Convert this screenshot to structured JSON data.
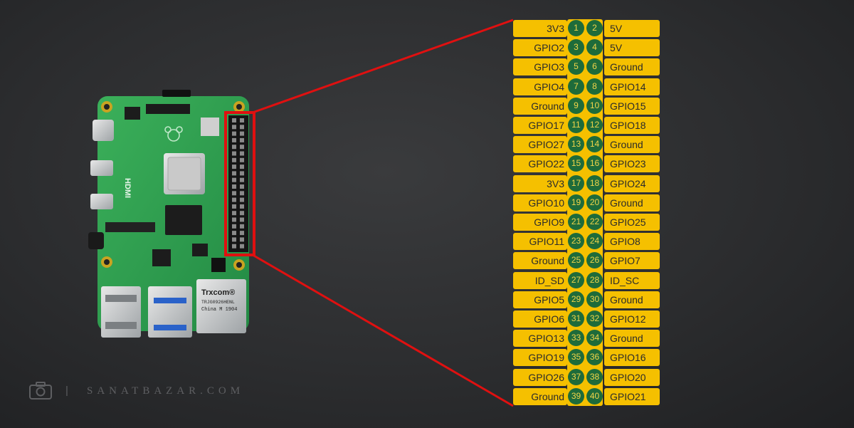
{
  "pinout": {
    "rows": [
      {
        "left_label": "3V3",
        "left_pin": "1",
        "right_pin": "2",
        "right_label": "5V"
      },
      {
        "left_label": "GPIO2",
        "left_pin": "3",
        "right_pin": "4",
        "right_label": "5V"
      },
      {
        "left_label": "GPIO3",
        "left_pin": "5",
        "right_pin": "6",
        "right_label": "Ground"
      },
      {
        "left_label": "GPIO4",
        "left_pin": "7",
        "right_pin": "8",
        "right_label": "GPIO14"
      },
      {
        "left_label": "Ground",
        "left_pin": "9",
        "right_pin": "10",
        "right_label": "GPIO15"
      },
      {
        "left_label": "GPIO17",
        "left_pin": "11",
        "right_pin": "12",
        "right_label": "GPIO18"
      },
      {
        "left_label": "GPIO27",
        "left_pin": "13",
        "right_pin": "14",
        "right_label": "Ground"
      },
      {
        "left_label": "GPIO22",
        "left_pin": "15",
        "right_pin": "16",
        "right_label": "GPIO23"
      },
      {
        "left_label": "3V3",
        "left_pin": "17",
        "right_pin": "18",
        "right_label": "GPIO24"
      },
      {
        "left_label": "GPIO10",
        "left_pin": "19",
        "right_pin": "20",
        "right_label": "Ground"
      },
      {
        "left_label": "GPIO9",
        "left_pin": "21",
        "right_pin": "22",
        "right_label": "GPIO25"
      },
      {
        "left_label": "GPIO11",
        "left_pin": "23",
        "right_pin": "24",
        "right_label": "GPIO8"
      },
      {
        "left_label": "Ground",
        "left_pin": "25",
        "right_pin": "26",
        "right_label": "GPIO7"
      },
      {
        "left_label": "ID_SD",
        "left_pin": "27",
        "right_pin": "28",
        "right_label": "ID_SC"
      },
      {
        "left_label": "GPIO5",
        "left_pin": "29",
        "right_pin": "30",
        "right_label": "Ground"
      },
      {
        "left_label": "GPIO6",
        "left_pin": "31",
        "right_pin": "32",
        "right_label": "GPIO12"
      },
      {
        "left_label": "GPIO13",
        "left_pin": "33",
        "right_pin": "34",
        "right_label": "Ground"
      },
      {
        "left_label": "GPIO19",
        "left_pin": "35",
        "right_pin": "36",
        "right_label": "GPIO16"
      },
      {
        "left_label": "GPIO26",
        "left_pin": "37",
        "right_pin": "38",
        "right_label": "GPIO20"
      },
      {
        "left_label": "Ground",
        "left_pin": "39",
        "right_pin": "40",
        "right_label": "GPIO21"
      }
    ]
  },
  "board": {
    "chip_brand": "Trxcom®",
    "chip_model": "TRJG0926HENL",
    "chip_origin": "China M 1904",
    "hdmi_label": "HDMI"
  },
  "watermark": {
    "text": "SANATBAZAR.COM",
    "separator": "|",
    "icon": "camera-icon"
  },
  "colors": {
    "label_bg": "#f5c000",
    "pin_circle": "#1e6b3a",
    "pin_text": "#f1d44a",
    "callout": "#e01010",
    "board_green": "#2e9e4e"
  }
}
